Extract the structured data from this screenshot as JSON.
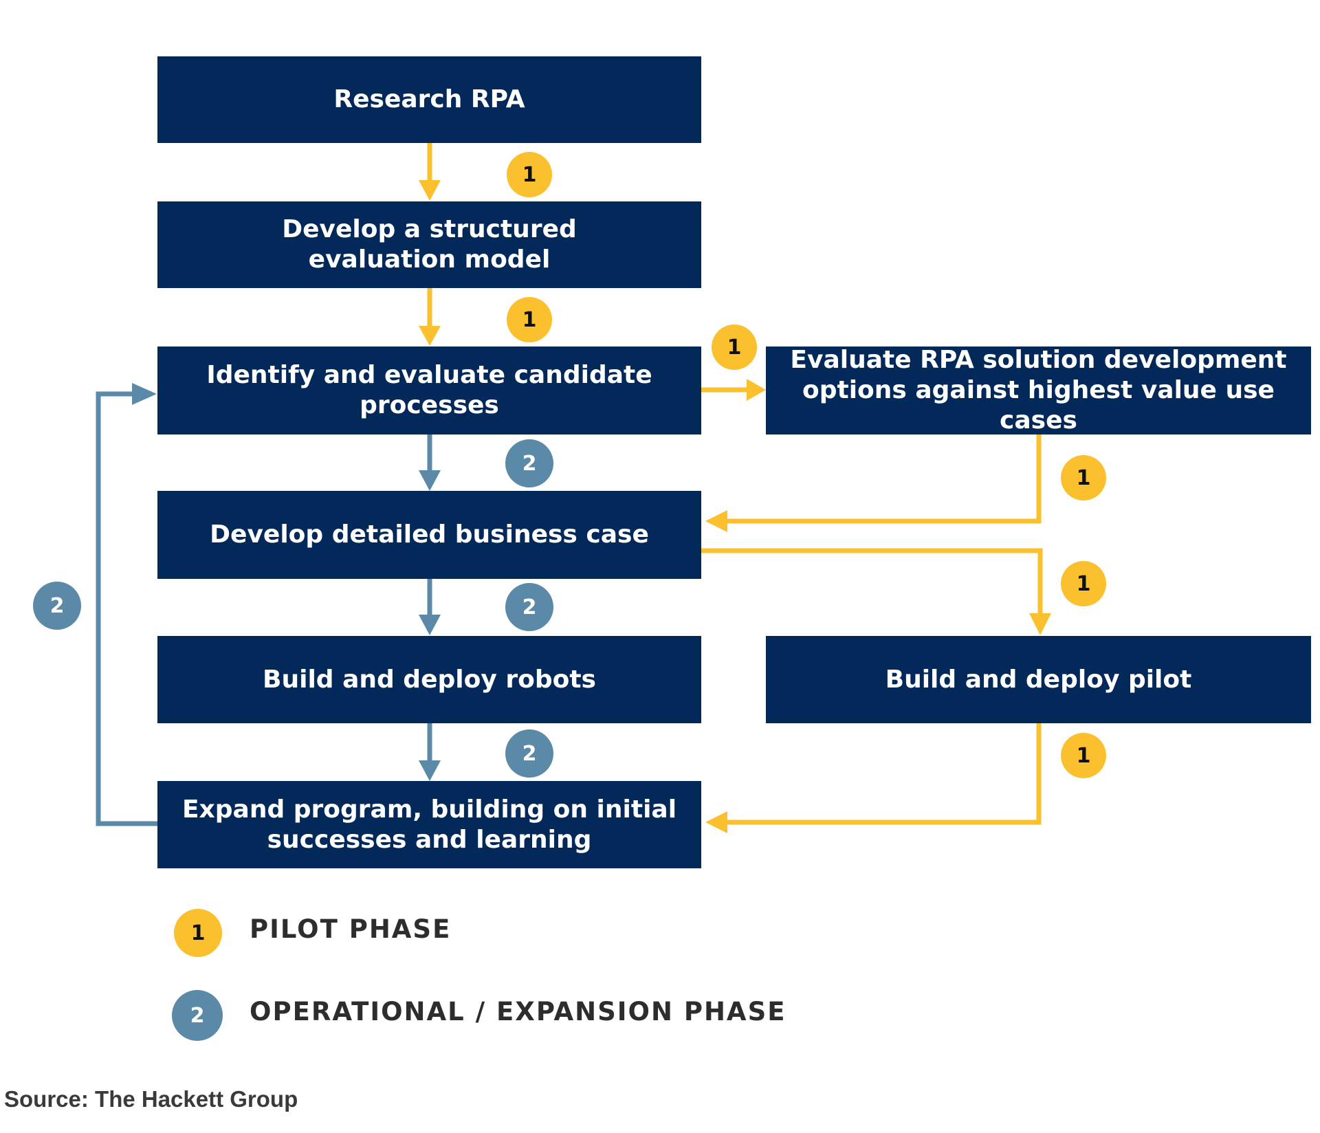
{
  "nodes": {
    "research": "Research RPA",
    "develop_model": "Develop a structured\nevaluation model",
    "identify": "Identify and evaluate candidate\nprocesses",
    "evaluate_options": "Evaluate RPA solution development\noptions against highest value use cases",
    "business_case": "Develop detailed business case",
    "build_robots": "Build and deploy robots",
    "build_pilot": "Build and deploy pilot",
    "expand": "Expand program, building on initial\nsuccesses and learning"
  },
  "badges": {
    "pilot": "1",
    "operational": "2"
  },
  "legend": {
    "pilot_number": "1",
    "pilot_label": "PILOT PHASE",
    "operational_number": "2",
    "operational_label": "OPERATIONAL / EXPANSION PHASE"
  },
  "source": "Source: The Hackett Group",
  "colors": {
    "box": "#03285a",
    "pilot": "#fbc02d",
    "operational": "#5b89a8"
  }
}
